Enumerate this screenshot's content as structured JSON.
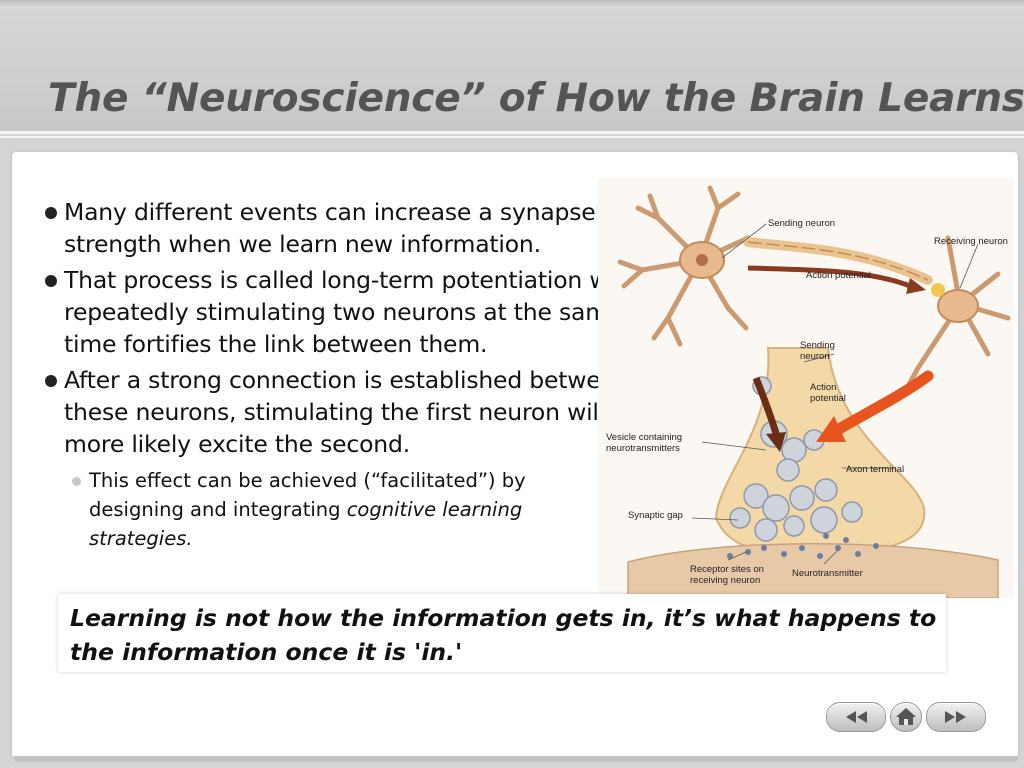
{
  "slide": {
    "title": "The “Neuroscience” of How the Brain Learns"
  },
  "bullets": [
    {
      "text": "Many different events can increase a synapse’s strength when we learn new information."
    },
    {
      "text": "That process is called long-term potentiation where repeatedly stimulating two neurons at the same time fortifies the link between them."
    },
    {
      "text": "After a strong connection is established between these neurons, stimulating the first neuron will more likely excite the second."
    }
  ],
  "subbullet": {
    "prefix": "This effect can be achieved (“facilitated”) by  designing and integrating ",
    "italic": "cognitive learning strategies."
  },
  "diagram": {
    "labels": {
      "sending_neuron_top": "Sending neuron",
      "receiving_neuron": "Receiving neuron",
      "action_potential_top": "Action potential",
      "sending_neuron": "Sending neuron",
      "action_potential": "Action potential",
      "vesicle": "Vesicle containing neurotransmitters",
      "axon_terminal": "Axon terminal",
      "synaptic_gap": "Synaptic gap",
      "receptor_sites": "Receptor sites on receiving neuron",
      "neurotransmitter": "Neurotransmitter"
    }
  },
  "quote": {
    "text": "Learning is not how the information gets in, it’s what happens to the information once it is 'in.'"
  },
  "nav": {
    "prev_icon": "rewind-icon",
    "home_icon": "home-icon",
    "next_icon": "fast-forward-icon"
  }
}
